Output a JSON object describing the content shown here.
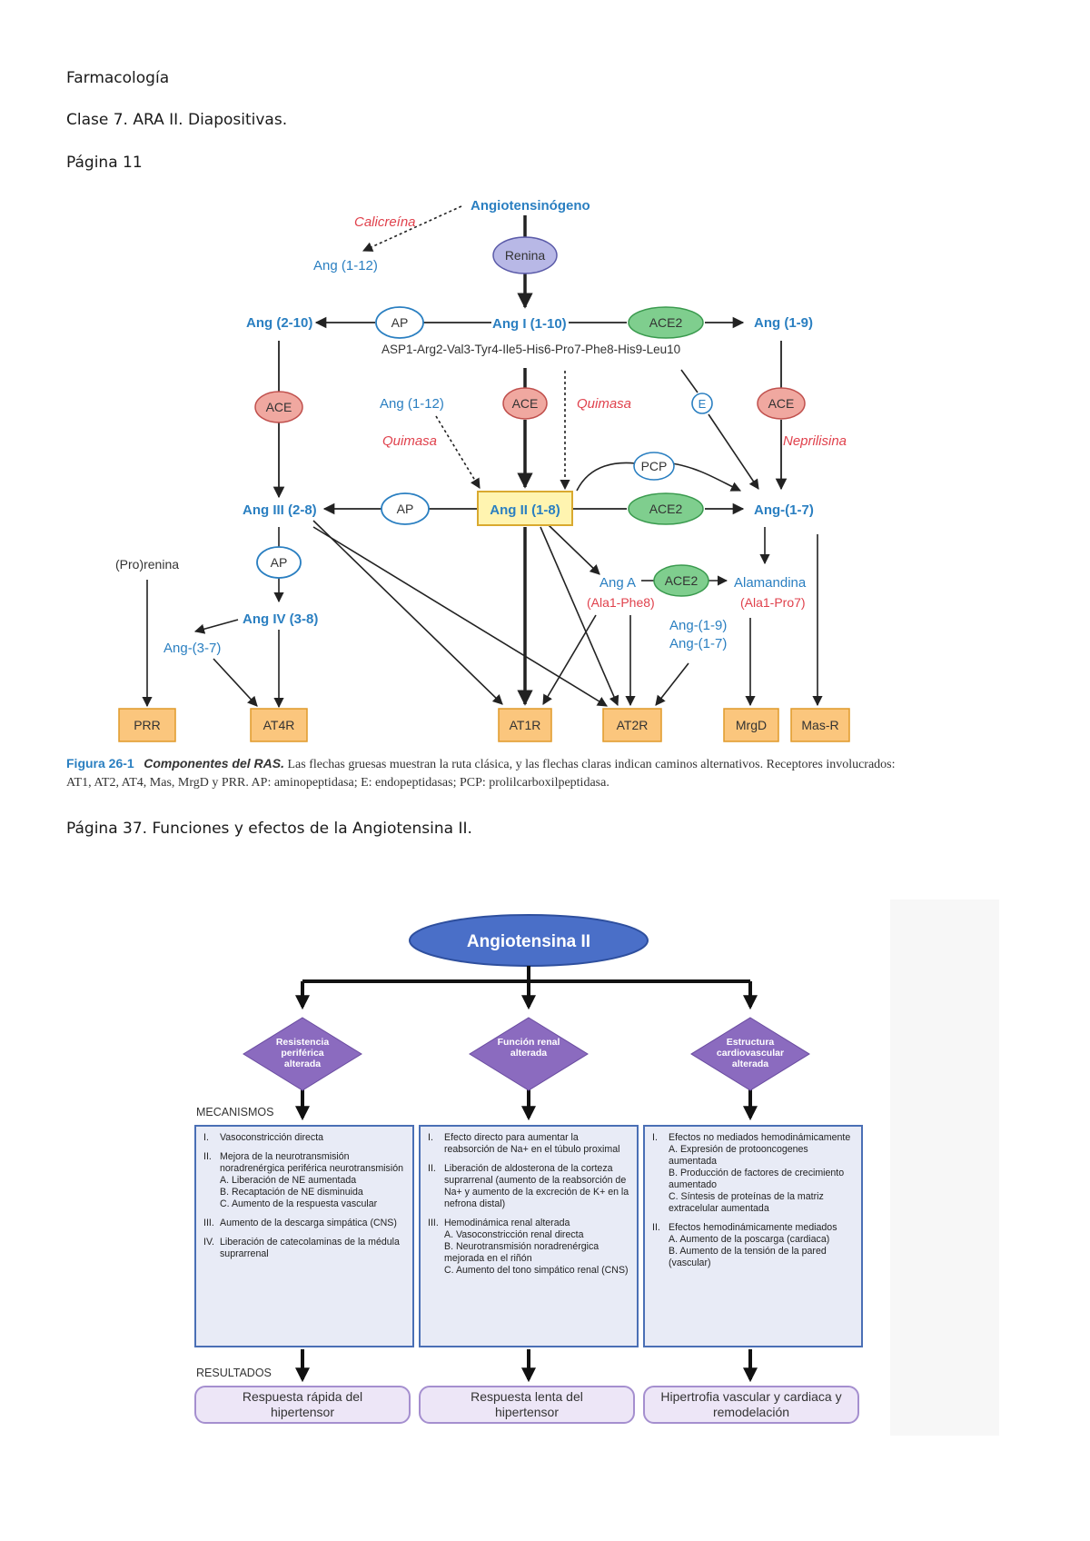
{
  "header": {
    "subject": "Farmacología",
    "lecture": "Clase 7. ARA II. Diapositivas.",
    "page1": "Página 11"
  },
  "fig1": {
    "nodes": {
      "angiotensinogeno": "Angiotensinógeno",
      "calicreina": "Calicreína",
      "renina": "Renina",
      "ang112_top": "Ang (1-12)",
      "ang210": "Ang (2-10)",
      "ap1": "AP",
      "ang110": "Ang I (1-10)",
      "ace2_1": "ACE2",
      "ang19": "Ang (1-9)",
      "seq": "ASP1-Arg2-Val3-Tyr4-Ile5-His6-Pro7-Phe8-His9-Leu10",
      "ace_left": "ACE",
      "ang112_mid": "Ang (1-12)",
      "quimasa_left": "Quimasa",
      "ace_center": "ACE",
      "quimasa_right": "Quimasa",
      "e": "E",
      "ace_right": "ACE",
      "neprilisina": "Neprilisina",
      "pcp": "PCP",
      "ang28": "Ang III (2-8)",
      "ap2": "AP",
      "ang18": "Ang II (1-8)",
      "ace2_2": "ACE2",
      "ang17": "Ang-(1-7)",
      "prorenina": "(Pro)renina",
      "ap3": "AP",
      "anga": "Ang A",
      "ace2_3": "ACE2",
      "alamandina": "Alamandina",
      "alaphe": "(Ala1-Phe8)",
      "alapro": "(Ala1-Pro7)",
      "ang38": "Ang IV (3-8)",
      "ang37": "Ang-(3-7)",
      "ang19b": "Ang-(1-9)",
      "ang17b": "Ang-(1-7)",
      "prr": "PRR",
      "at4r": "AT4R",
      "at1r": "AT1R",
      "at2r": "AT2R",
      "mrgd": "MrgD",
      "masr": "Mas-R"
    },
    "caption": {
      "num": "Figura 26-1",
      "title": "Componentes del RAS.",
      "text": "Las flechas gruesas muestran la ruta clásica, y las flechas claras indican caminos alternativos. Receptores involucrados: AT1, AT2, AT4, Mas, MrgD y PRR. AP: aminopeptidasa; E: endopeptidasas; PCP: prolilcarboxilpeptidasa."
    }
  },
  "page2": "Página 37. Funciones y efectos de la Angiotensina II.",
  "fig2": {
    "title": "Angiotensina II",
    "diamonds": [
      "Resistencia periférica alterada",
      "Función renal alterada",
      "Estructura cardiovascular alterada"
    ],
    "mecanismos": "MECANISMOS",
    "resultados": "RESULTADOS",
    "col1": [
      {
        "rn": "I.",
        "text": "Vasoconstricción directa",
        "subs": []
      },
      {
        "rn": "II.",
        "text": "Mejora de la neurotransmisión noradrenérgica periférica neurotransmisión",
        "subs": [
          "A. Liberación de NE aumentada",
          "B. Recaptación de NE disminuida",
          "C. Aumento de la respuesta vascular"
        ]
      },
      {
        "rn": "III.",
        "text": "Aumento de la descarga simpática (CNS)",
        "subs": []
      },
      {
        "rn": "IV.",
        "text": "Liberación de catecolaminas de la médula suprarrenal",
        "subs": []
      }
    ],
    "col2": [
      {
        "rn": "I.",
        "text": "Efecto directo para aumentar la reabsorción de Na+ en el túbulo proximal",
        "subs": []
      },
      {
        "rn": "II.",
        "text": "Liberación de aldosterona de la corteza suprarrenal (aumento de la reabsorción de Na+ y aumento de la excreción de K+ en la nefrona distal)",
        "subs": []
      },
      {
        "rn": "III.",
        "text": "Hemodinámica renal alterada",
        "subs": [
          "A. Vasoconstricción renal directa",
          "B. Neurotransmisión noradrenérgica mejorada en el riñón",
          "C. Aumento del tono simpático renal (CNS)"
        ]
      }
    ],
    "col3": [
      {
        "rn": "I.",
        "text": "Efectos no mediados hemodinámicamente",
        "subs": [
          "A. Expresión de protooncogenes aumentada",
          "B. Producción de factores de crecimiento aumentado",
          "C. Síntesis de proteínas de la matriz extracelular aumentada"
        ]
      },
      {
        "rn": "II.",
        "text": "Efectos hemodinámicamente mediados",
        "subs": [
          "A. Aumento de la poscarga (cardiaca)",
          "B. Aumento de la tensión de la pared (vascular)"
        ]
      }
    ],
    "results": [
      "Respuesta rápida del hipertensor",
      "Respuesta lenta del hipertensor",
      "Hipertrofia vascular y cardiaca y remodelación"
    ]
  },
  "colors": {
    "blue_text": "#2a7fc1",
    "red_text": "#e0414c",
    "ace_fill": "#f0a8a0",
    "ace2_fill": "#7fce8e",
    "renina_fill": "#b8b8e6",
    "receptor_fill": "#fbc67d",
    "angii_fill": "#fff4b0",
    "purple": "#8b6bbf",
    "box_border": "#4a6fb5"
  }
}
